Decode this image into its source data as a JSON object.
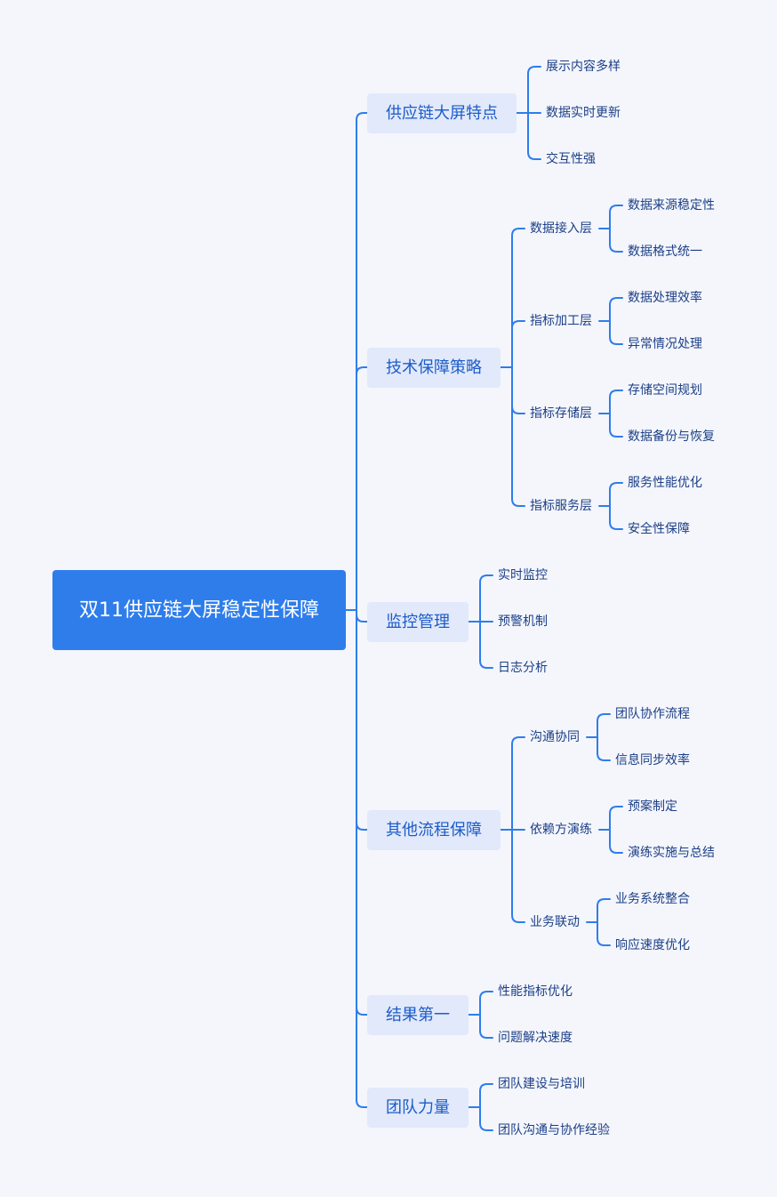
{
  "colors": {
    "background": "#f4f6fc",
    "root_fill": "#2e7deb",
    "root_text": "#ffffff",
    "branch_fill": "#e1e9fb",
    "branch_text": "#1d5cc8",
    "leaf_text": "#1c3f86",
    "connector": "#2e7deb"
  },
  "root": {
    "label": "双11供应链大屏稳定性保障"
  },
  "branches": [
    {
      "label": "供应链大屏特点",
      "children": [
        {
          "label": "展示内容多样"
        },
        {
          "label": "数据实时更新"
        },
        {
          "label": "交互性强"
        }
      ]
    },
    {
      "label": "技术保障策略",
      "children": [
        {
          "label": "数据接入层",
          "children": [
            {
              "label": "数据来源稳定性"
            },
            {
              "label": "数据格式统一"
            }
          ]
        },
        {
          "label": "指标加工层",
          "children": [
            {
              "label": "数据处理效率"
            },
            {
              "label": "异常情况处理"
            }
          ]
        },
        {
          "label": "指标存储层",
          "children": [
            {
              "label": "存储空间规划"
            },
            {
              "label": "数据备份与恢复"
            }
          ]
        },
        {
          "label": "指标服务层",
          "children": [
            {
              "label": "服务性能优化"
            },
            {
              "label": "安全性保障"
            }
          ]
        }
      ]
    },
    {
      "label": "监控管理",
      "children": [
        {
          "label": "实时监控"
        },
        {
          "label": "预警机制"
        },
        {
          "label": "日志分析"
        }
      ]
    },
    {
      "label": "其他流程保障",
      "children": [
        {
          "label": "沟通协同",
          "children": [
            {
              "label": "团队协作流程"
            },
            {
              "label": "信息同步效率"
            }
          ]
        },
        {
          "label": "依赖方演练",
          "children": [
            {
              "label": "预案制定"
            },
            {
              "label": "演练实施与总结"
            }
          ]
        },
        {
          "label": "业务联动",
          "children": [
            {
              "label": "业务系统整合"
            },
            {
              "label": "响应速度优化"
            }
          ]
        }
      ]
    },
    {
      "label": "结果第一",
      "children": [
        {
          "label": "性能指标优化"
        },
        {
          "label": "问题解决速度"
        }
      ]
    },
    {
      "label": "团队力量",
      "children": [
        {
          "label": "团队建设与培训"
        },
        {
          "label": "团队沟通与协作经验"
        }
      ]
    }
  ]
}
